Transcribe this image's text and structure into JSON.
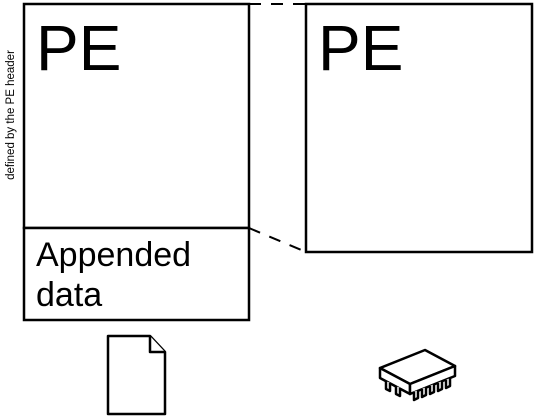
{
  "diagram": {
    "file_box": {
      "pe_label": "PE",
      "appended_line1": "Appended",
      "appended_line2": "data"
    },
    "memory_box": {
      "pe_label": "PE"
    },
    "side_label": "defined by the PE header",
    "icons": {
      "file": "document-icon",
      "memory": "memory-chip-icon"
    }
  }
}
